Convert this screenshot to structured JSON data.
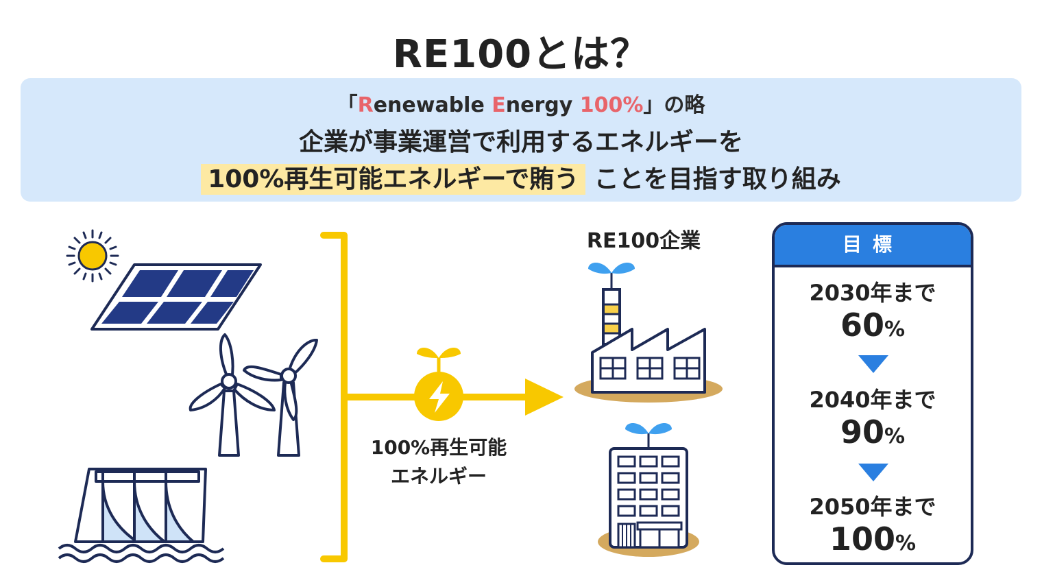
{
  "title": "RE100とは？",
  "banner": {
    "line1_open": "「",
    "line1_r": "R",
    "line1_mid1": "enewable ",
    "line1_e": "E",
    "line1_mid2": "nergy ",
    "line1_pct": "100%",
    "line1_close": "」の略",
    "line2": "企業が事業運営で利用するエネルギーを",
    "line3_highlight": "100%再生可能エネルギーで賄う",
    "line3_rest": "ことを目指す取り組み"
  },
  "flow": {
    "label_line1": "100%再生可能",
    "label_line2": "エネルギー"
  },
  "company": {
    "title": "RE100企業"
  },
  "goal": {
    "header": "目標",
    "steps": [
      {
        "year": "2030年まで",
        "value": "60",
        "unit": "%"
      },
      {
        "year": "2040年まで",
        "value": "90",
        "unit": "%"
      },
      {
        "year": "2050年まで",
        "value": "100",
        "unit": "%"
      }
    ]
  },
  "colors": {
    "navy": "#1d2a55",
    "yellow": "#f8c800",
    "blue": "#2a7fe0",
    "banner_bg": "#d6e8fb",
    "highlight_bg": "#fde9a3",
    "accent_red": "#e8646a",
    "ground": "#d4a95e"
  },
  "icons": [
    "sun-icon",
    "solar-panel-icon",
    "wind-turbine-icon",
    "dam-icon",
    "sprout-lightning-icon",
    "factory-icon",
    "office-building-icon"
  ]
}
